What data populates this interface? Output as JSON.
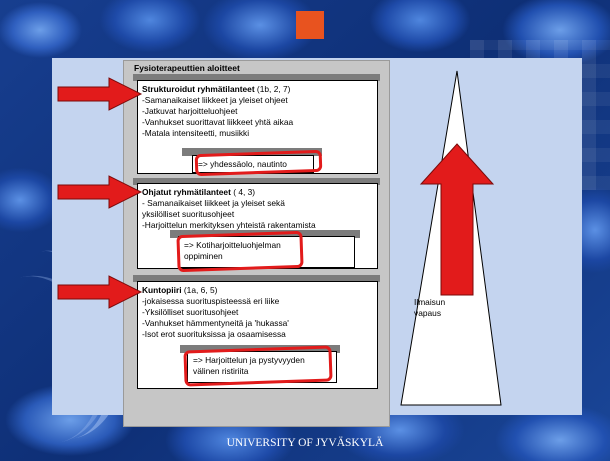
{
  "slide": {
    "column_title": "Fysioterapeuttien aloitteet",
    "footer": "UNIVERSITY OF JYVÄSKYLÄ",
    "side_label_line1": "Ilmaisun",
    "side_label_line2": "vapaus"
  },
  "sections": [
    {
      "heading": "Strukturoidut ryhmätilanteet",
      "refs": " (1b, 2, 7)",
      "lines": [
        "-Samanaikaiset liikkeet ja yleiset ohjeet",
        "-Jatkuvat harjoitteluohjeet",
        "-Vanhukset suorittavat liikkeet yhtä aikaa",
        "-Matala intensiteetti, musiikki"
      ],
      "result": "=> yhdessäolo, nautinto"
    },
    {
      "heading": "Ohjatut ryhmätilanteet",
      "refs": " ( 4, 3)",
      "lines": [
        "- Samanaikaiset liikkeet ja  yleiset sekä",
        "yksilölliset suoritusohjeet",
        "-Harjoittelun merkityksen yhteistä rakentamista"
      ],
      "result_line1": "=>  Kotiharjoitteluohjelman",
      "result_line2": "oppiminen"
    },
    {
      "heading": "Kuntopiiri",
      "refs": " (1a, 6, 5)",
      "lines": [
        "-jokaisessa suorituspisteessä eri liike",
        "-Yksilölliset suoritusohjeet",
        "-Vanhukset hämmentyneitä ja 'hukassa'",
        "-Isot erot suorituksissa ja osaamisessa"
      ],
      "result_line1": "=> Harjoittelun ja pystyvyyden",
      "result_line2": "välinen ristiriita"
    }
  ],
  "colors": {
    "accent_red": "#e21b1b",
    "panel": "#c4d4ef",
    "orange": "#e8531f"
  }
}
